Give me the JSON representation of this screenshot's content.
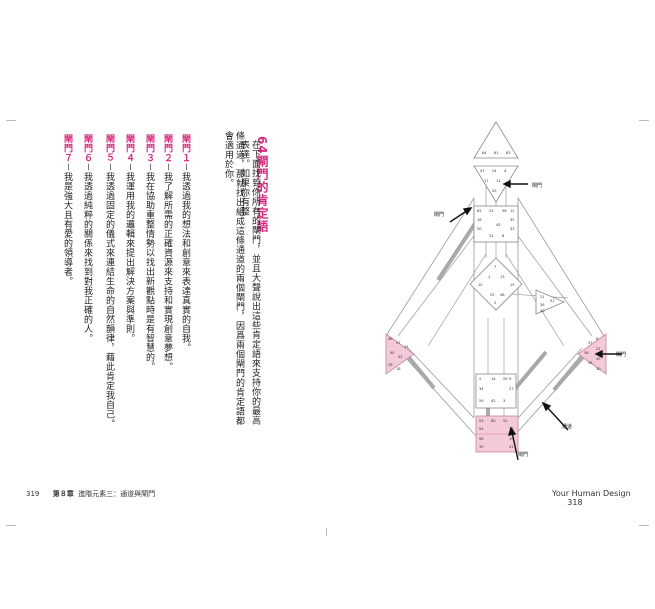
{
  "left_page": {
    "heading_number": "64",
    "heading_text": "閘門的肯定語",
    "intro_lines": [
      "在下面找到你所有的閘門，並且大聲說出這些肯定語來支持你的最高表達。如果你有整",
      "條通道，那就找出組成這條通道的兩個閘門，因爲兩個閘門的肯定語都會適用於你。"
    ],
    "gates": [
      {
        "label": "閘門１",
        "text": "我透過我的想法和創意來表達真實的自我。"
      },
      {
        "label": "閘門２",
        "text": "我了解所需的正確資源來支持和實現創意夢想。"
      },
      {
        "label": "閘門３",
        "text": "我在協助重整情勢以找出新觀點時是有智慧的。"
      },
      {
        "label": "閘門４",
        "text": "我運用我的邏輯來提出解決方案與準則。"
      },
      {
        "label": "閘門５",
        "text": "我透過固定的儀式來連結生命的自然韻律，藉此肯定我自己。"
      },
      {
        "label": "閘門６",
        "text": "我透過純粹的關係來找到對我正確的人。"
      },
      {
        "label": "閘門７",
        "text": "我是強大且有愛的領導者。"
      }
    ],
    "page_number": "319",
    "chapter": "第８章",
    "chapter_title": "進階元素三：通道與閘門"
  },
  "right_page": {
    "book_title": "Your Human Design",
    "page_number": "318"
  },
  "diagram": {
    "callouts": {
      "gate_a": "閘門",
      "gate_b": "閘門",
      "gate_c": "閘門",
      "gate_d": "閘門",
      "channel": "通道"
    },
    "colors": {
      "accent": "#d6297e",
      "pink_fill": "#f4c9d9",
      "line": "#888888",
      "shade": "#a0a0a0"
    },
    "head_numbers": [
      "64",
      "61",
      "63"
    ],
    "ajna_numbers": [
      "47",
      "24",
      "4",
      "17",
      "11",
      "43"
    ],
    "throat_numbers": [
      "62",
      "23",
      "56",
      "16",
      "35",
      "20",
      "31",
      "8",
      "33",
      "12",
      "45"
    ],
    "g_numbers": [
      "7",
      "1",
      "13",
      "10",
      "15",
      "25",
      "46",
      "2"
    ],
    "ego_numbers": [
      "21",
      "51",
      "26",
      "40"
    ],
    "spleen_numbers": [
      "48",
      "57",
      "44",
      "50",
      "32",
      "28",
      "18"
    ],
    "sacral_numbers": [
      "5",
      "14",
      "29",
      "34",
      "27",
      "59",
      "42",
      "3",
      "9"
    ],
    "solar_numbers": [
      "6",
      "37",
      "22",
      "36",
      "49",
      "55",
      "30"
    ],
    "root_numbers": [
      "53",
      "60",
      "52",
      "54",
      "38",
      "58",
      "19",
      "39",
      "41"
    ]
  }
}
